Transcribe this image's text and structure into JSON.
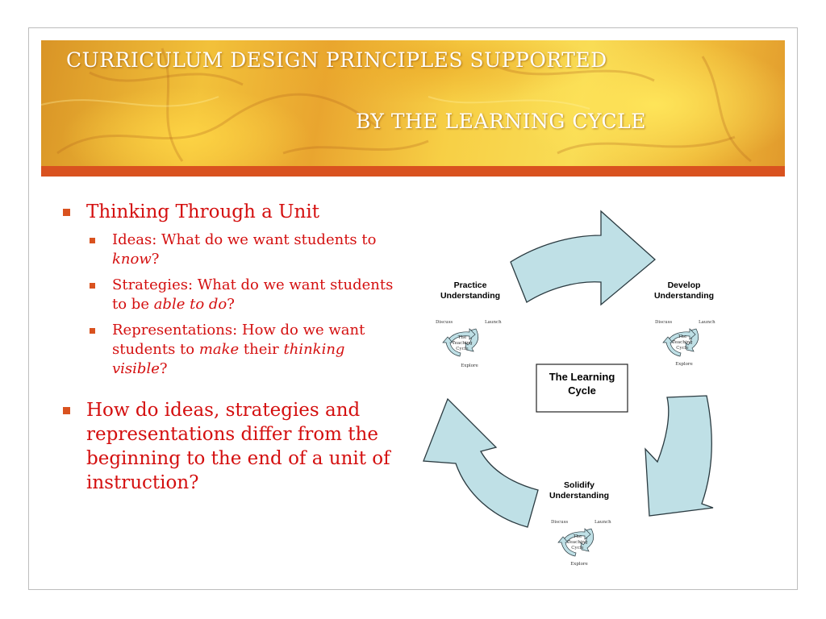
{
  "title": {
    "line1": "CURRICULUM DESIGN PRINCIPLES SUPPORTED",
    "line2": "BY THE LEARNING CYCLE"
  },
  "bullets": {
    "b1": "Thinking Through a Unit",
    "s1_pre": "Ideas: What do we want students to ",
    "s1_em": "know",
    "s1_post": "?",
    "s2_pre": "Strategies: What do we want students to be ",
    "s2_em": "able to do",
    "s2_post": "?",
    "s3_pre": "Representations: How do we want students to ",
    "s3_em1": "make",
    "s3_mid": " their ",
    "s3_em2": "thinking visible",
    "s3_post": "?",
    "b2": "How do ideas, strategies and representations differ from the beginning to the end of a unit of instruction?"
  },
  "diagram": {
    "center_line1": "The Learning",
    "center_line2": "Cycle",
    "stages": [
      {
        "line1": "Practice",
        "line2": "Understanding"
      },
      {
        "line1": "Develop",
        "line2": "Understanding"
      },
      {
        "line1": "Solidify",
        "line2": "Understanding"
      }
    ],
    "mini": {
      "discuss": "Discuss",
      "launch": "Launch",
      "explore": "Explore",
      "center1": "The",
      "center2": "Teaching",
      "center3": "Cycle"
    }
  },
  "colors": {
    "title_text": "#ffffff",
    "accent_bar": "#d9521f",
    "bullet_text": "#d40f0f",
    "arrow_fill": "#bfe0e6",
    "arrow_stroke": "#2a3a40"
  }
}
